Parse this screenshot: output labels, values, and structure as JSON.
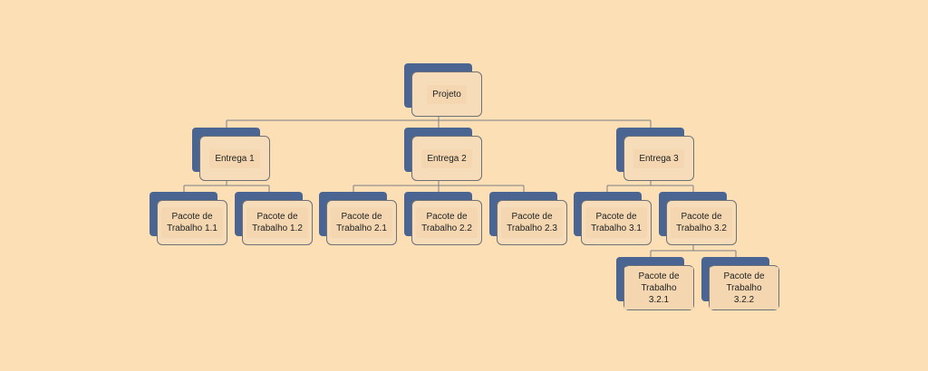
{
  "diagram": {
    "root": {
      "label": "Projeto"
    },
    "deliverables": [
      {
        "label": "Entrega 1",
        "packages": [
          {
            "line1": "Pacote de",
            "line2": "Trabalho 1.1"
          },
          {
            "line1": "Pacote de",
            "line2": "Trabalho 1.2"
          }
        ]
      },
      {
        "label": "Entrega 2",
        "packages": [
          {
            "line1": "Pacote de",
            "line2": "Trabalho 2.1"
          },
          {
            "line1": "Pacote de",
            "line2": "Trabalho 2.2"
          },
          {
            "line1": "Pacote de",
            "line2": "Trabalho 2.3"
          }
        ]
      },
      {
        "label": "Entrega 3",
        "packages": [
          {
            "line1": "Pacote de",
            "line2": "Trabalho 3.1"
          },
          {
            "line1": "Pacote de",
            "line2": "Trabalho 3.2",
            "subpackages": [
              {
                "line1": "Pacote de",
                "line2": "Trabalho 3.2.1"
              },
              {
                "line1": "Pacote de",
                "line2": "Trabalho 3.2.2"
              }
            ]
          }
        ]
      }
    ],
    "colors": {
      "background": "#fddfb5",
      "shadow_block": "#4a6592",
      "card_fill": "#f6dcb9",
      "card_border": "#6d7176",
      "connector": "#7a7f86"
    }
  }
}
